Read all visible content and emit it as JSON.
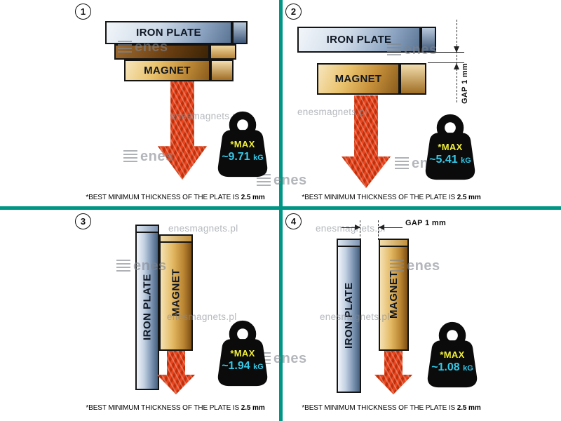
{
  "labels": {
    "iron_plate": "IRON PLATE",
    "magnet": "MAGNET"
  },
  "gap": {
    "label": "GAP",
    "value": "1 mm"
  },
  "footnote": {
    "prefix": "*BEST MINIMUM THICKNESS OF THE PLATE IS",
    "bold": "2.5 mm"
  },
  "weight": {
    "max_label": "*MAX",
    "unit": "kG"
  },
  "watermark": {
    "site": "enesmagnets.pl",
    "brand": "enes"
  },
  "colors": {
    "divider": "#009685",
    "arrow_red": "#d63b12",
    "max_yellow": "#f2ef3a",
    "value_cyan": "#35c8e8",
    "plate_steel": "#8ba3c0",
    "magnet_gold": "#c8923c",
    "weight_black": "#0b0b0b"
  },
  "panels": [
    {
      "number": "1",
      "value": "~9.71"
    },
    {
      "number": "2",
      "value": "~5.41"
    },
    {
      "number": "3",
      "value": "~1.94"
    },
    {
      "number": "4",
      "value": "~1.08"
    }
  ]
}
